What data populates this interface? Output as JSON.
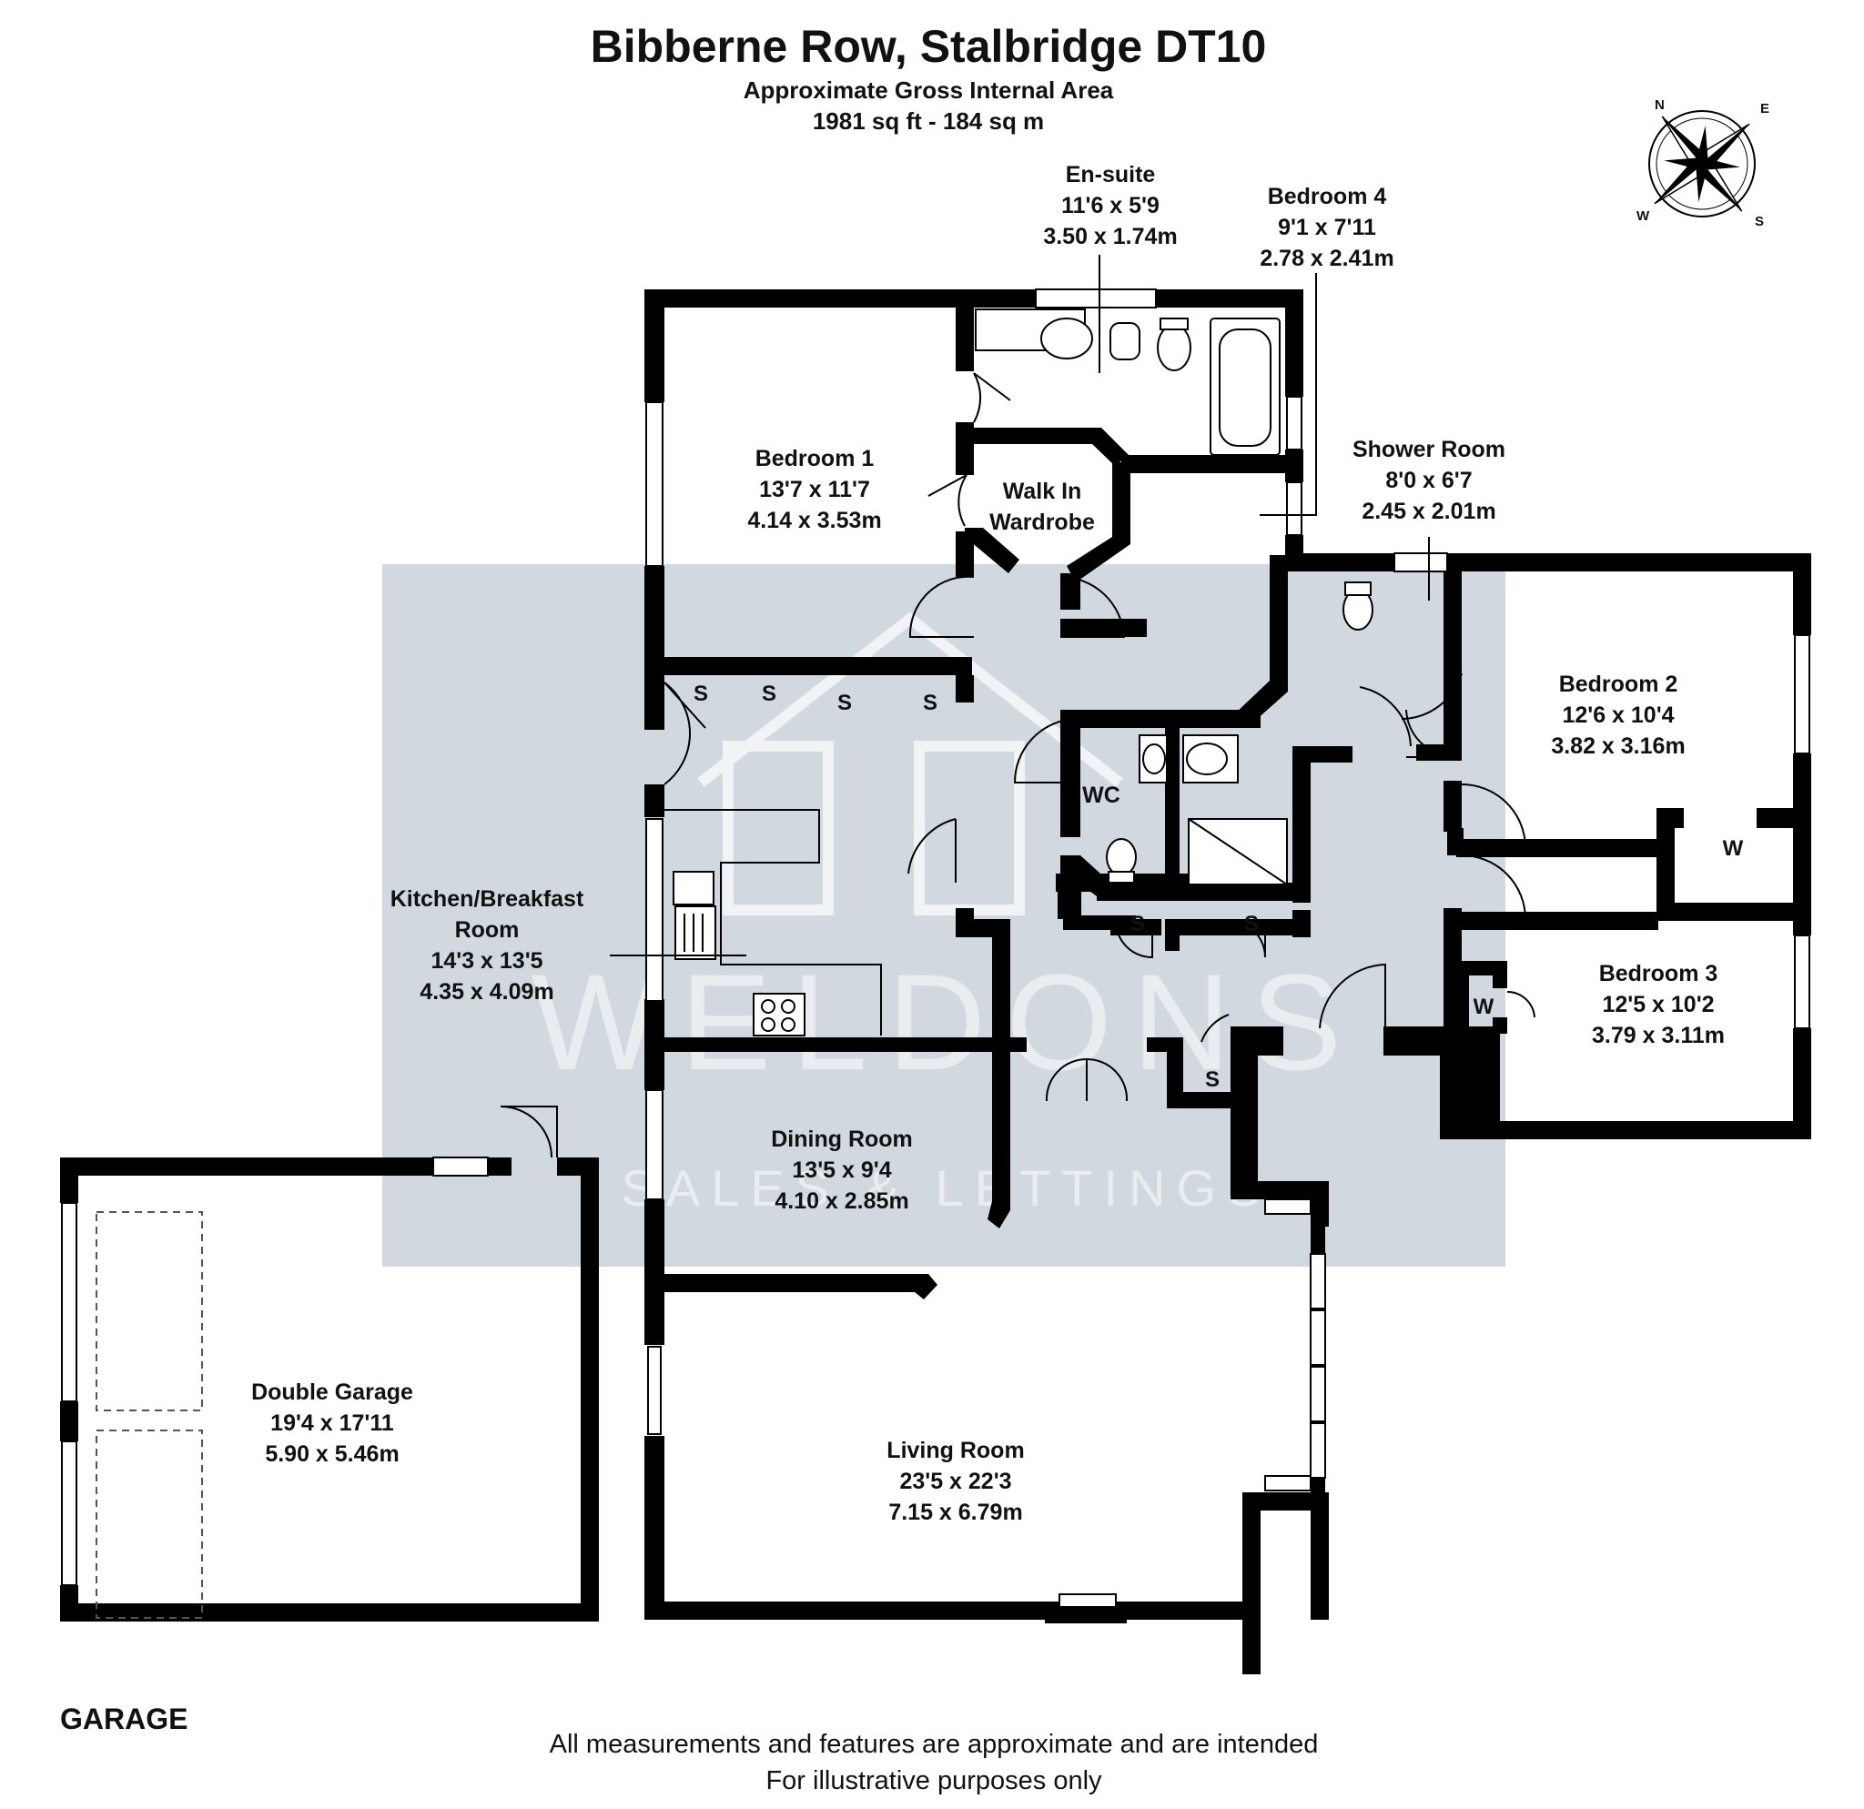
{
  "header": {
    "title": "Bibberne Row, Stalbridge DT10",
    "area_label": "Approximate Gross Internal Area",
    "area_value": "1981 sq ft - 184 sq m"
  },
  "rooms": {
    "ensuite": {
      "name": "En-suite",
      "imperial": "11'6 x 5'9",
      "metric": "3.50 x 1.74m"
    },
    "bedroom4": {
      "name": "Bedroom 4",
      "imperial": "9'1 x 7'11",
      "metric": "2.78 x 2.41m"
    },
    "bedroom1": {
      "name": "Bedroom 1",
      "imperial": "13'7 x 11'7",
      "metric": "4.14 x 3.53m"
    },
    "walkin": {
      "line1": "Walk In",
      "line2": "Wardrobe"
    },
    "shower": {
      "name": "Shower Room",
      "imperial": "8'0 x 6'7",
      "metric": "2.45 x 2.01m"
    },
    "bedroom2": {
      "name": "Bedroom 2",
      "imperial": "12'6 x 10'4",
      "metric": "3.82 x 3.16m"
    },
    "bedroom3": {
      "name": "Bedroom 3",
      "imperial": "12'5 x 10'2",
      "metric": "3.79 x 3.11m"
    },
    "kitchen": {
      "line1": "Kitchen/Breakfast",
      "line2": "Room",
      "imperial": "14'3 x 13'5",
      "metric": "4.35 x 4.09m"
    },
    "wc": {
      "name": "WC"
    },
    "dining": {
      "name": "Dining Room",
      "imperial": "13'5 x 9'4",
      "metric": "4.10 x 2.85m"
    },
    "garage": {
      "name": "Double Garage",
      "imperial": "19'4 x 17'11",
      "metric": "5.90 x 5.46m"
    },
    "living": {
      "name": "Living Room",
      "imperial": "23'5 x 22'3",
      "metric": "7.15 x 6.79m"
    }
  },
  "storage": {
    "s": "S",
    "w": "W"
  },
  "compass": {
    "n": "N",
    "e": "E",
    "s": "S",
    "w": "W"
  },
  "watermark": {
    "brand": "WELDONS",
    "tagline": "SALES & LETTINGS"
  },
  "section_label": "GARAGE",
  "footer": {
    "line1": "All measurements and features are approximate and are intended",
    "line2": "For illustrative purposes only"
  },
  "colors": {
    "watermark_bg": "#d2d8df",
    "wall": "#000000"
  }
}
